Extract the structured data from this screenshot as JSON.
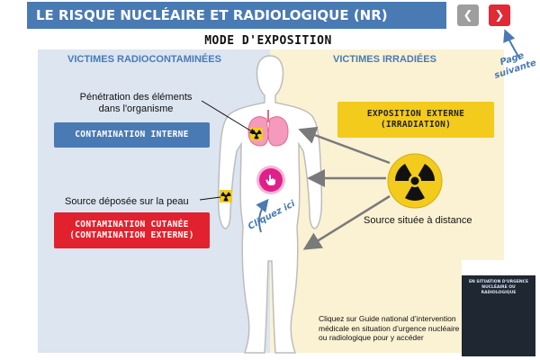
{
  "header": {
    "title": "LE RISQUE NUCLÉAIRE ET RADIOLOGIQUE (NR)",
    "prev_icon": "chevron-left-icon",
    "next_icon": "chevron-right-icon",
    "page_suivante": "Page suivante"
  },
  "main": {
    "mode_title": "MODE D'EXPOSITION",
    "left_title": "VICTIMES RADIOCONTAMINÉES",
    "right_title": "VICTIMES IRRADIÉES",
    "penetration_label": "Pénétration des éléments dans l'organisme",
    "contamination_interne": "CONTAMINATION INTERNE",
    "source_deposee": "Source déposée sur la peau",
    "contamination_cutanee": "CONTAMINATION CUTANÉE\n(CONTAMINATION EXTERNE)",
    "exposition_externe": "EXPOSITION EXTERNE\n(IRRADIATION)",
    "source_distance": "Source située à distance",
    "cliquez_ici": "Cliquez ici",
    "guide_text": "Cliquez sur Guide national d’intervention médicale en situation d’urgence nucléaire ou radiologique pour y accéder",
    "guide_cover_title": "EN SITUATION D'URGENCE NUCLÉAIRE OU RADIOLOGIQUE"
  },
  "colors": {
    "brand_blue": "#4a7ab3",
    "alert_red": "#e1222e",
    "warning_yellow": "#f2cb1c",
    "panel_left": "#dce5f0",
    "panel_right": "#fbf2d3",
    "hand_pink": "#e0208a"
  },
  "icons": {
    "radiation": "radiation-icon",
    "hand_pointer": "hand-pointer-icon",
    "body": "human-body-silhouette",
    "lungs": "lungs-icon"
  }
}
